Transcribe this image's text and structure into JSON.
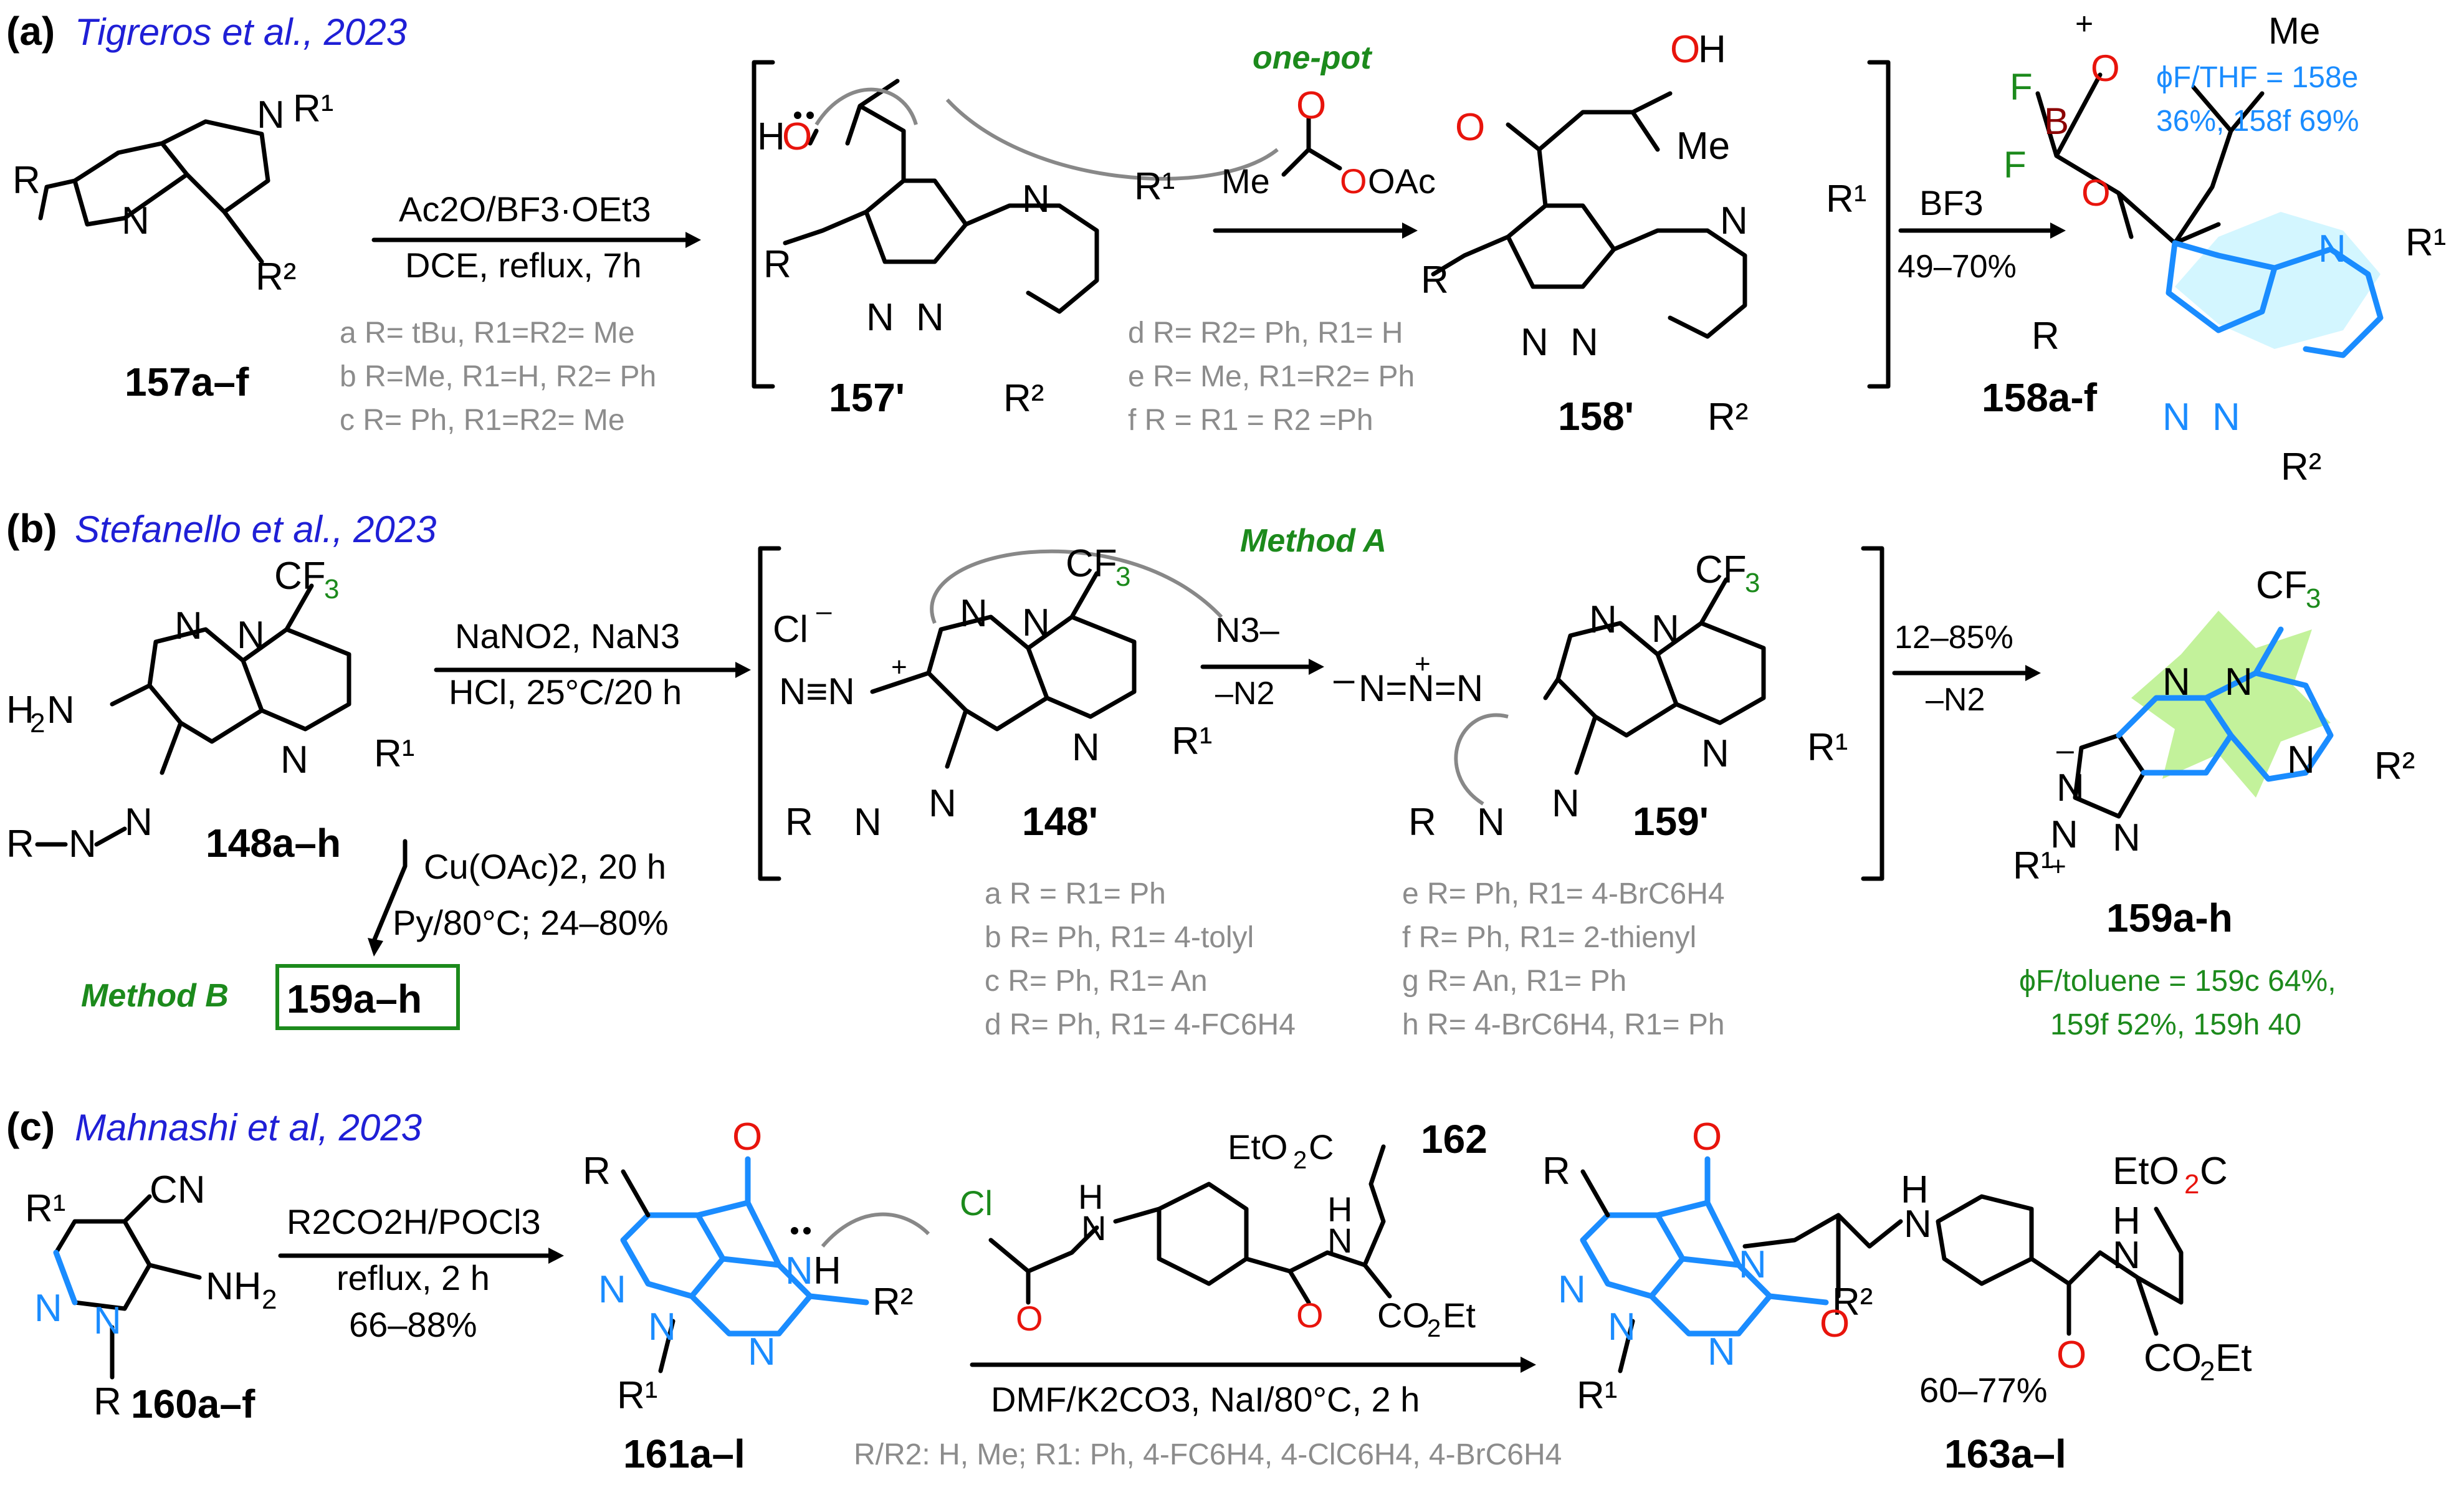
{
  "panels": {
    "a": {
      "label": "(a)",
      "citation": "Tigreros et al., 2023",
      "start": "157a–f",
      "reagent_top": "Ac2O/BF3·OEt3",
      "reagent_bottom": "DCE, reflux, 7h",
      "intermediate1": "157'",
      "one_pot": "one-pot",
      "ester_left": "Me",
      "ester_right": "OAc",
      "intermediate2": "158'",
      "bf3": "BF3",
      "yield": "49–70%",
      "product": "158a-f",
      "phi": "ϕF/THF = 158e",
      "phi2": "36%, 158f 69%",
      "subst": [
        "a R= tBu, R1=R2= Me",
        "b R=Me, R1=H, R2= Ph",
        "c R= Ph, R1=R2= Me",
        "d R= R2= Ph, R1= H",
        "e R= Me, R1=R2= Ph",
        "f R = R1 = R2 =Ph"
      ]
    },
    "b": {
      "label": "(b)",
      "citation": "Stefanello et al., 2023",
      "start": "148a–h",
      "reagent_top": "NaNO2, NaN3",
      "reagent_bottom": "HCl, 25°C/20 h",
      "intermediate1": "148'",
      "method_a": "Method A",
      "n3": "N3–",
      "minus_n2": "–N2",
      "intermediate2": "159'",
      "yield": "12–85%",
      "minus_n2_2": "–N2",
      "product": "159a-h",
      "cu": "Cu(OAc)2, 20 h",
      "py": "Py/80°C; 24–80%",
      "method_b": "Method B",
      "product_b": "159a–h",
      "phi": "ϕF/toluene = 159c 64%,",
      "phi2": "159f 52%, 159h 40",
      "subst": [
        "a R = R1= Ph",
        "b R= Ph, R1= 4-tolyl",
        "c R= Ph, R1= An",
        "d R= Ph, R1= 4-FC6H4",
        "e R= Ph, R1= 4-BrC6H4",
        "f R= Ph, R1= 2-thienyl",
        "g R= An, R1= Ph",
        "h R= 4-BrC6H4, R1= Ph"
      ]
    },
    "c": {
      "label": "(c)",
      "citation": "Mahnashi et al, 2023",
      "start": "160a–f",
      "reagent_top": "R2CO2H/POCl3",
      "reagent_mid": "reflux, 2 h",
      "yield1": "66–88%",
      "intermediate": "161a–l",
      "reagent2": "162",
      "conditions2": "DMF/K2CO3, NaI/80°C, 2 h",
      "yield2": "60–77%",
      "product": "163a–l",
      "subst": "R/R2: H, Me; R1: Ph, 4-FC6H4, 4-ClC6H4, 4-BrC6H4"
    }
  }
}
